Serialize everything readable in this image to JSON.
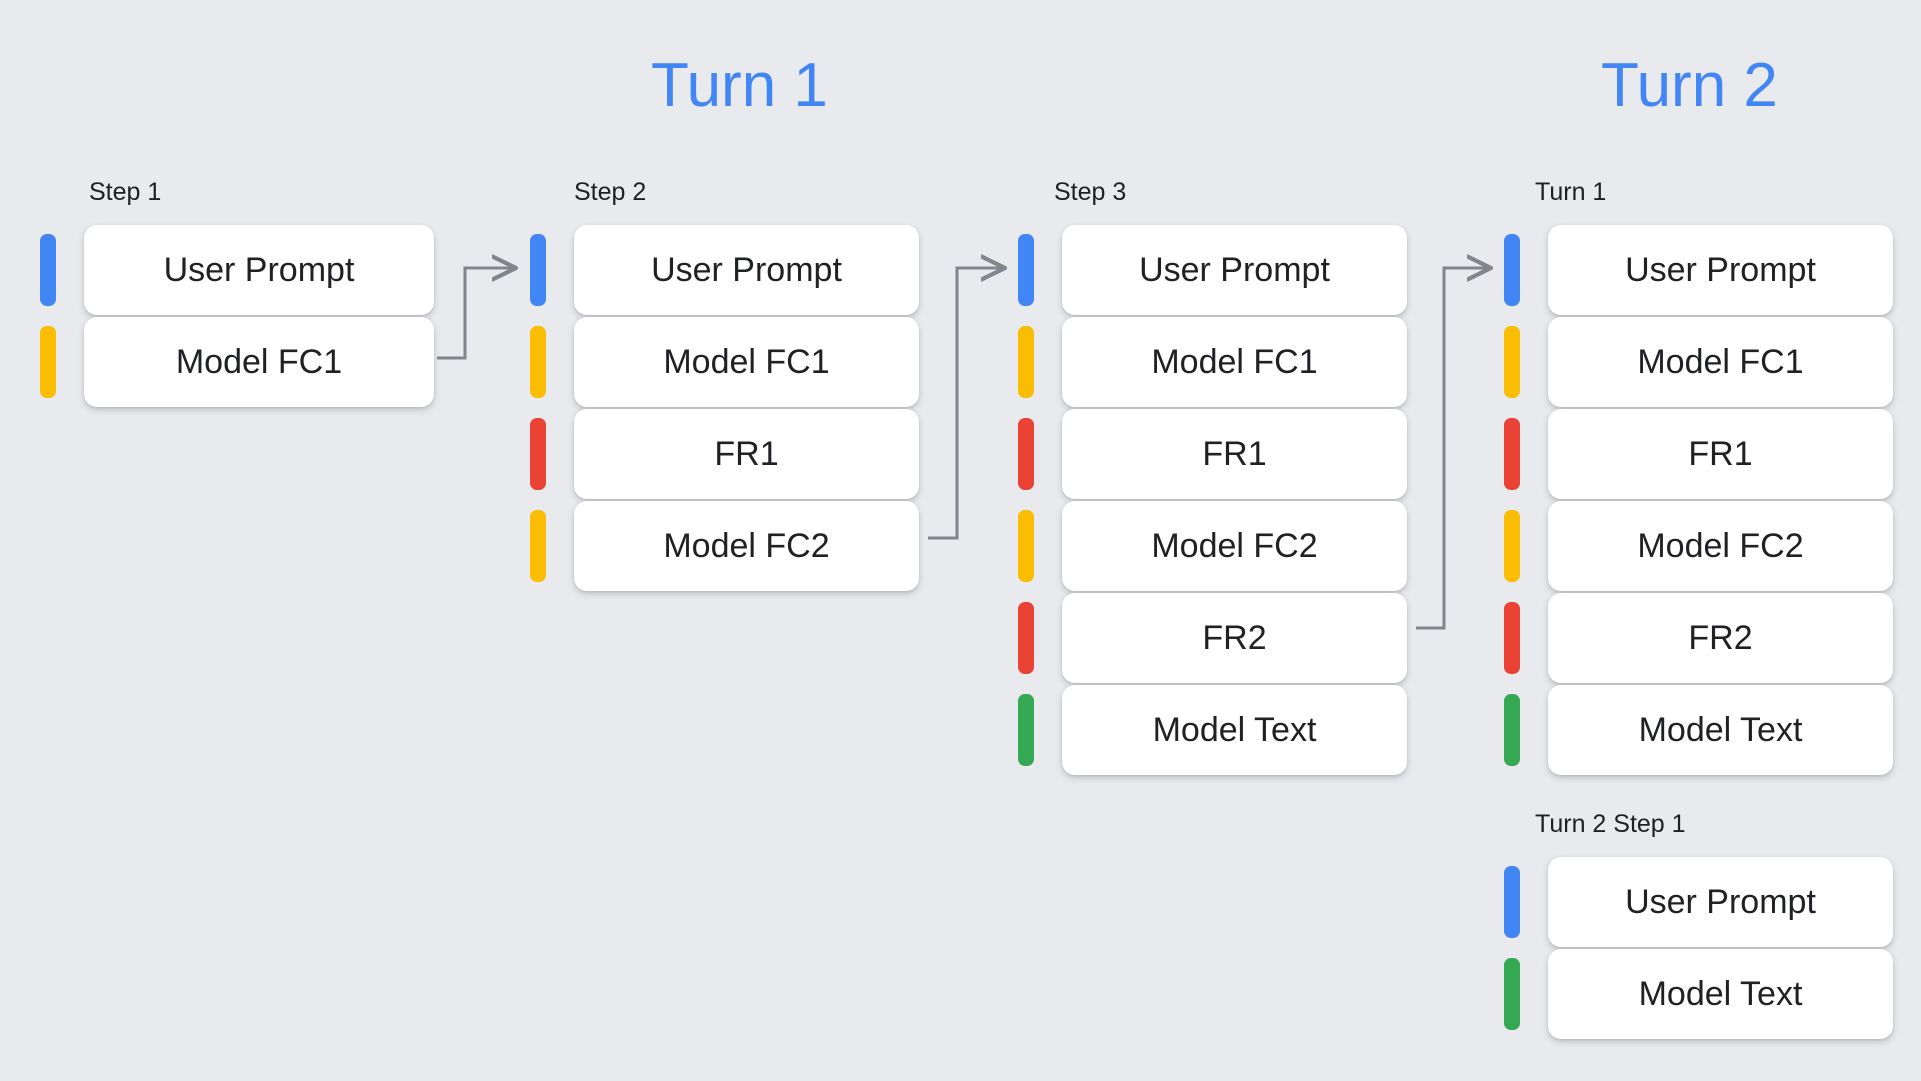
{
  "background_color": "#e8eaed",
  "palette": {
    "blue": "#4285f4",
    "yellow": "#fbbc04",
    "red": "#ea4335",
    "green": "#34a853",
    "title_blue": "#4285f4",
    "text": "#202124",
    "card": "#ffffff",
    "arrow": "#80868b"
  },
  "sections": [
    {
      "id": "turn-1",
      "title": "Turn 1"
    },
    {
      "id": "turn-2",
      "title": "Turn 2"
    }
  ],
  "columns": [
    {
      "id": "step-1",
      "label": "Step 1",
      "rows": [
        {
          "label": "User Prompt",
          "color": "blue"
        },
        {
          "label": "Model FC1",
          "color": "yellow"
        }
      ]
    },
    {
      "id": "step-2",
      "label": "Step 2",
      "rows": [
        {
          "label": "User Prompt",
          "color": "blue"
        },
        {
          "label": "Model FC1",
          "color": "yellow"
        },
        {
          "label": "FR1",
          "color": "red"
        },
        {
          "label": "Model FC2",
          "color": "yellow"
        }
      ]
    },
    {
      "id": "step-3",
      "label": "Step 3",
      "rows": [
        {
          "label": "User Prompt",
          "color": "blue"
        },
        {
          "label": "Model FC1",
          "color": "yellow"
        },
        {
          "label": "FR1",
          "color": "red"
        },
        {
          "label": "Model FC2",
          "color": "yellow"
        },
        {
          "label": "FR2",
          "color": "red"
        },
        {
          "label": "Model Text",
          "color": "green"
        }
      ]
    },
    {
      "id": "turn-2-turn-1",
      "label": "Turn 1",
      "rows": [
        {
          "label": "User Prompt",
          "color": "blue"
        },
        {
          "label": "Model FC1",
          "color": "yellow"
        },
        {
          "label": "FR1",
          "color": "red"
        },
        {
          "label": "Model FC2",
          "color": "yellow"
        },
        {
          "label": "FR2",
          "color": "red"
        },
        {
          "label": "Model Text",
          "color": "green"
        }
      ]
    },
    {
      "id": "turn-2-step-1",
      "label": "Turn 2 Step 1",
      "rows": [
        {
          "label": "User Prompt",
          "color": "blue"
        },
        {
          "label": "Model Text",
          "color": "green"
        }
      ]
    }
  ],
  "connectors": [
    {
      "id": "connector-step1-to-step2",
      "from": "Model FC1",
      "to": "Step 2"
    },
    {
      "id": "connector-step2-to-step3",
      "from": "Model FC2",
      "to": "Step 3"
    },
    {
      "id": "connector-step3-to-turn2",
      "from": "FR2",
      "to": "Turn 1"
    }
  ]
}
